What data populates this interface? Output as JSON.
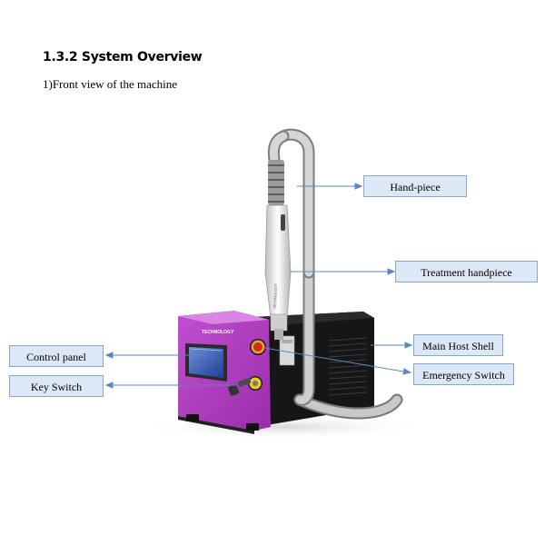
{
  "document": {
    "heading": "1.3.2 System Overview",
    "subheading": "1)Front view of the machine"
  },
  "device": {
    "brand_text": "TECHNOLOGY",
    "handpiece_text": "TECHNOLOGY",
    "body_color": "#b33ac4",
    "shell_color": "#1a1a1a"
  },
  "callouts": {
    "hand_piece": "Hand-piece",
    "treatment_handpiece": "Treatment handpiece",
    "main_host_shell": "Main Host Shell",
    "emergency_switch": "Emergency Switch",
    "control_panel": "Control panel",
    "key_switch": "Key Switch",
    "label_fill": "#dde8f6",
    "line_color": "#5b88c2"
  }
}
